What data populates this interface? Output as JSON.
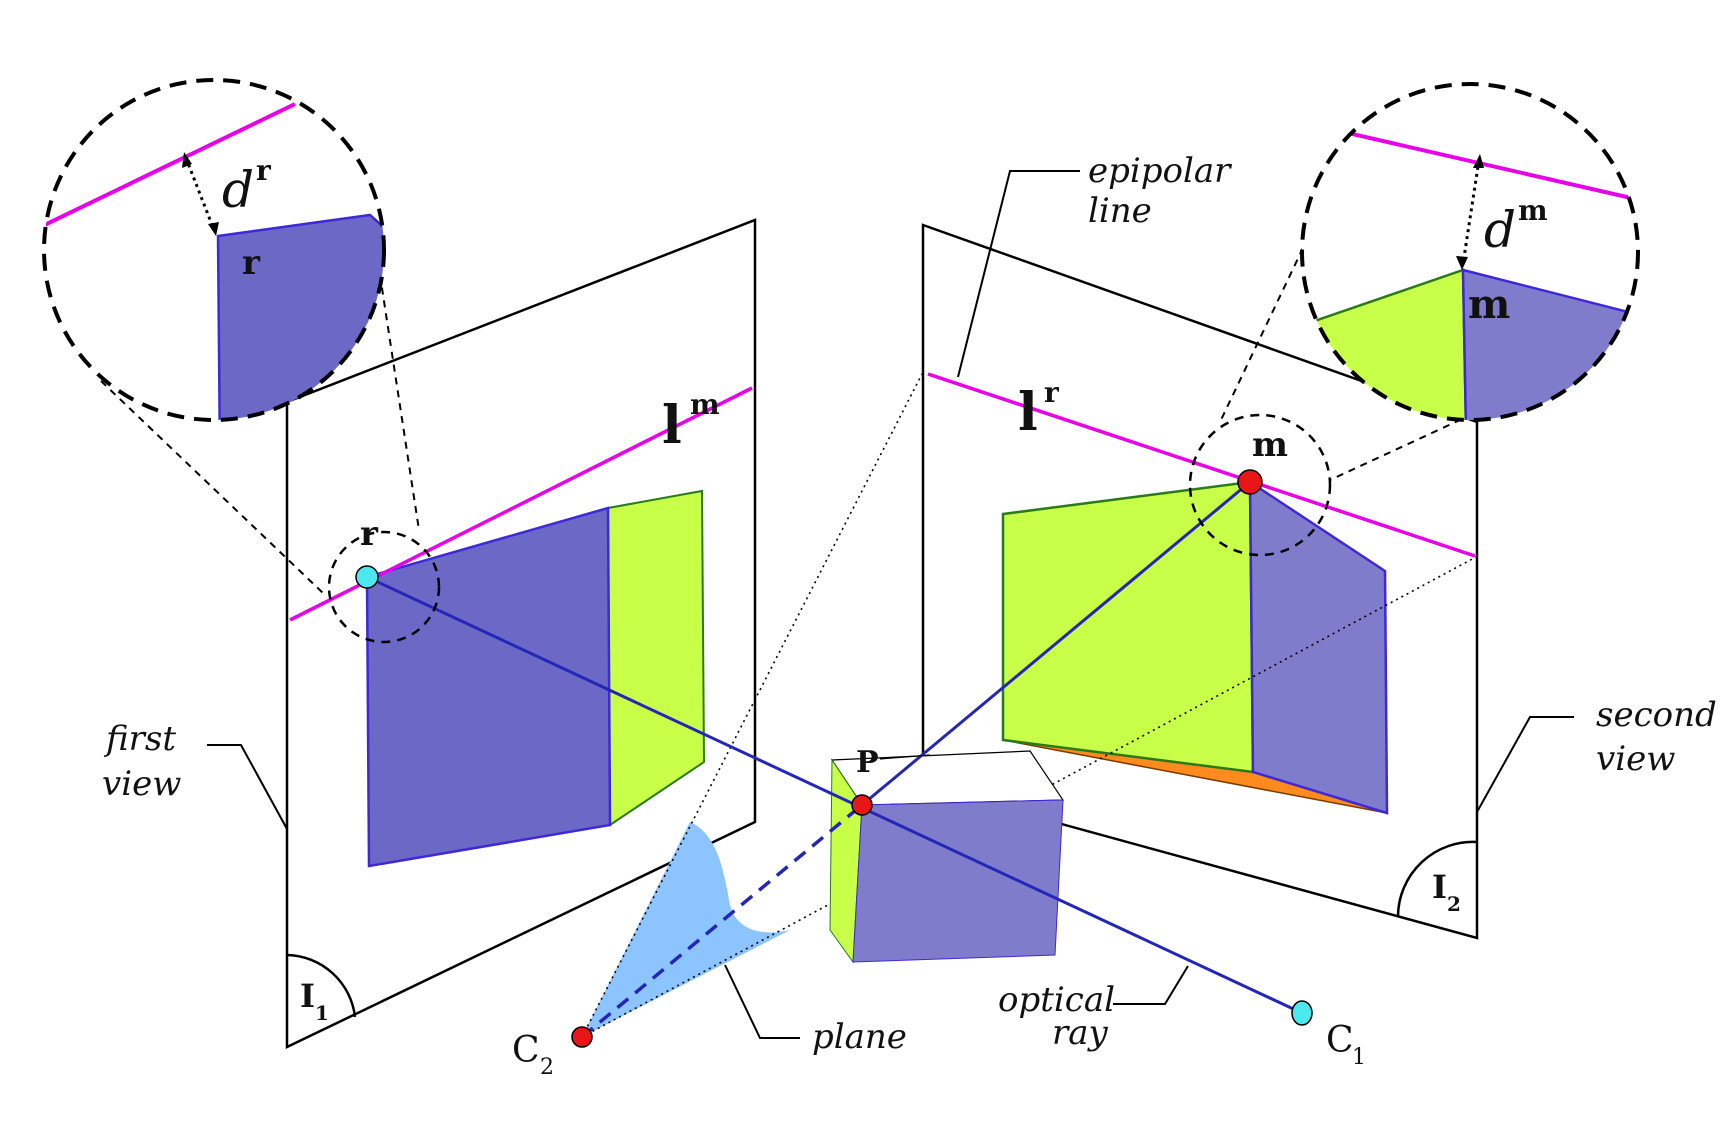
{
  "labels": {
    "epipolar": [
      "epipolar",
      "line"
    ],
    "first_view": [
      "first",
      "view"
    ],
    "second_view": [
      "second",
      "view"
    ],
    "optical_ray": [
      "optical",
      "ray"
    ],
    "plane": "plane",
    "point_r": "r",
    "point_m": "m",
    "point_P": "P",
    "line_lm": {
      "base": "l",
      "sup": "m"
    },
    "line_lr": {
      "base": "l",
      "sup": "r"
    },
    "dist_r": {
      "base": "d",
      "sup": "r"
    },
    "dist_m": {
      "base": "d",
      "sup": "m"
    },
    "zoom_r": "r",
    "zoom_m": "m",
    "image1": {
      "base": "I",
      "sub": "1"
    },
    "image2": {
      "base": "I",
      "sub": "2"
    },
    "camera1": {
      "base": "C",
      "sub": "1"
    },
    "camera2": {
      "base": "C",
      "sub": "2"
    }
  },
  "colors": {
    "epipolar_line": "#e800e8",
    "purple_face": "#6c68c6",
    "purple_face_light": "#807ccc",
    "green_face": "#c8ff48",
    "orange_face": "#ff8a1e",
    "plane_fill": "#8cc4ff",
    "ray": "#2426b8",
    "point_red": "#e81616",
    "point_cyan": "#4be8f0",
    "frame": "#000000"
  },
  "icons": {
    "camera_point": "filled-circle",
    "zoom_lens": "dashed-circle"
  }
}
